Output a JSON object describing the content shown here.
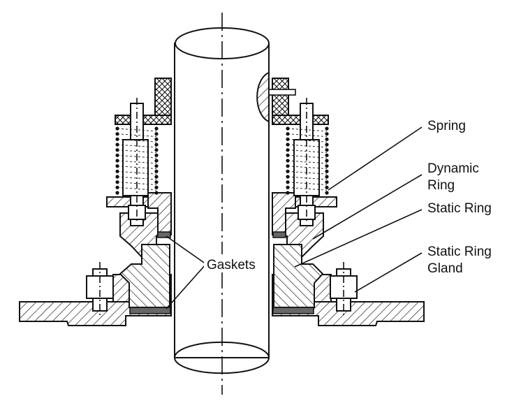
{
  "labels": {
    "spring": "Spring",
    "dynamic_ring_line1": "Dynamic",
    "dynamic_ring_line2": "Ring",
    "static_ring": "Static Ring",
    "static_ring_gland_line1": "Static Ring",
    "static_ring_gland_line2": "Gland",
    "gaskets": "Gaskets"
  },
  "colors": {
    "stroke": "#111111",
    "gasket": "#666666",
    "background": "#ffffff"
  }
}
